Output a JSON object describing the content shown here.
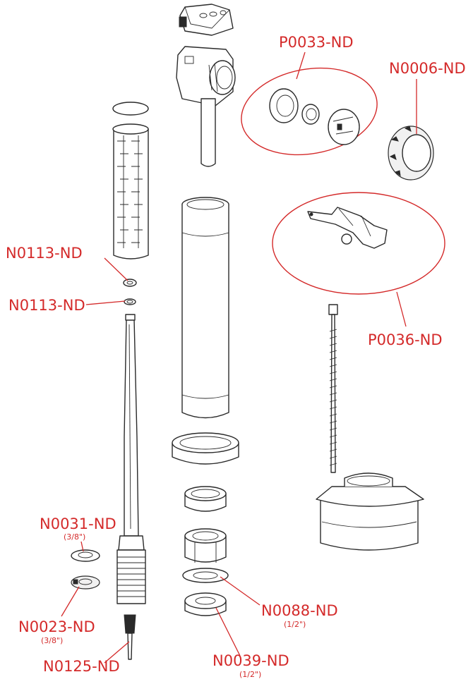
{
  "colors": {
    "label": "#d42a2a",
    "line_art": "#2a2a2a",
    "background": "#ffffff"
  },
  "labels": {
    "p0033": "P0033-ND",
    "n0006": "N0006-ND",
    "n0113_a": "N0113-ND",
    "n0113_b": "N0113-ND",
    "p0036": "P0036-ND",
    "n0031": "N0031-ND",
    "n0031_size": "(3/8\")",
    "n0023": "N0023-ND",
    "n0023_size": "(3/8\")",
    "n0125": "N0125-ND",
    "n0088": "N0088-ND",
    "n0088_size": "(1/2\")",
    "n0039": "N0039-ND",
    "n0039_size": "(1/2\")"
  }
}
